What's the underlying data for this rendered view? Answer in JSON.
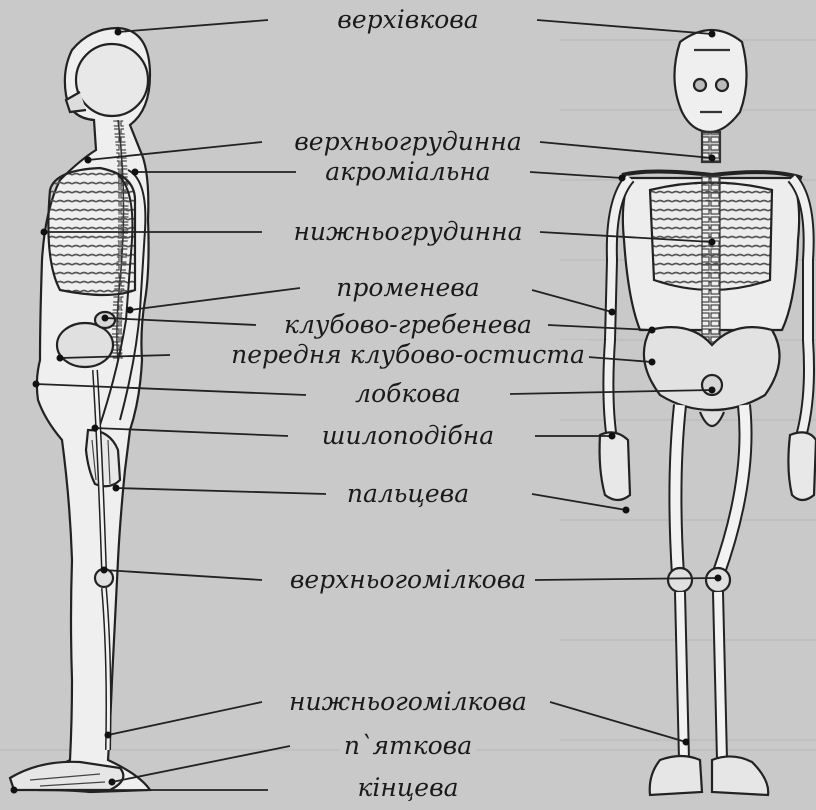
{
  "diagram": {
    "labels": [
      {
        "id": "vertex",
        "text": "верхівкова"
      },
      {
        "id": "suprasternal",
        "text": "верхньогрудинна"
      },
      {
        "id": "acromial",
        "text": "акроміальна"
      },
      {
        "id": "substernal",
        "text": "нижньогрудинна"
      },
      {
        "id": "radial",
        "text": "променева"
      },
      {
        "id": "iliocristal",
        "text": "клубово-гребенева"
      },
      {
        "id": "iliospinal",
        "text": "передня клубово-остиста"
      },
      {
        "id": "pubic",
        "text": "лобкова"
      },
      {
        "id": "stylion",
        "text": "шилоподібна"
      },
      {
        "id": "dactylion",
        "text": "пальцева"
      },
      {
        "id": "tibial-upper",
        "text": "верхньогомілкова"
      },
      {
        "id": "tibial-lower",
        "text": "нижньогомілкова"
      },
      {
        "id": "heel",
        "text": "п`яткова"
      },
      {
        "id": "terminal",
        "text": "кінцева"
      }
    ]
  }
}
